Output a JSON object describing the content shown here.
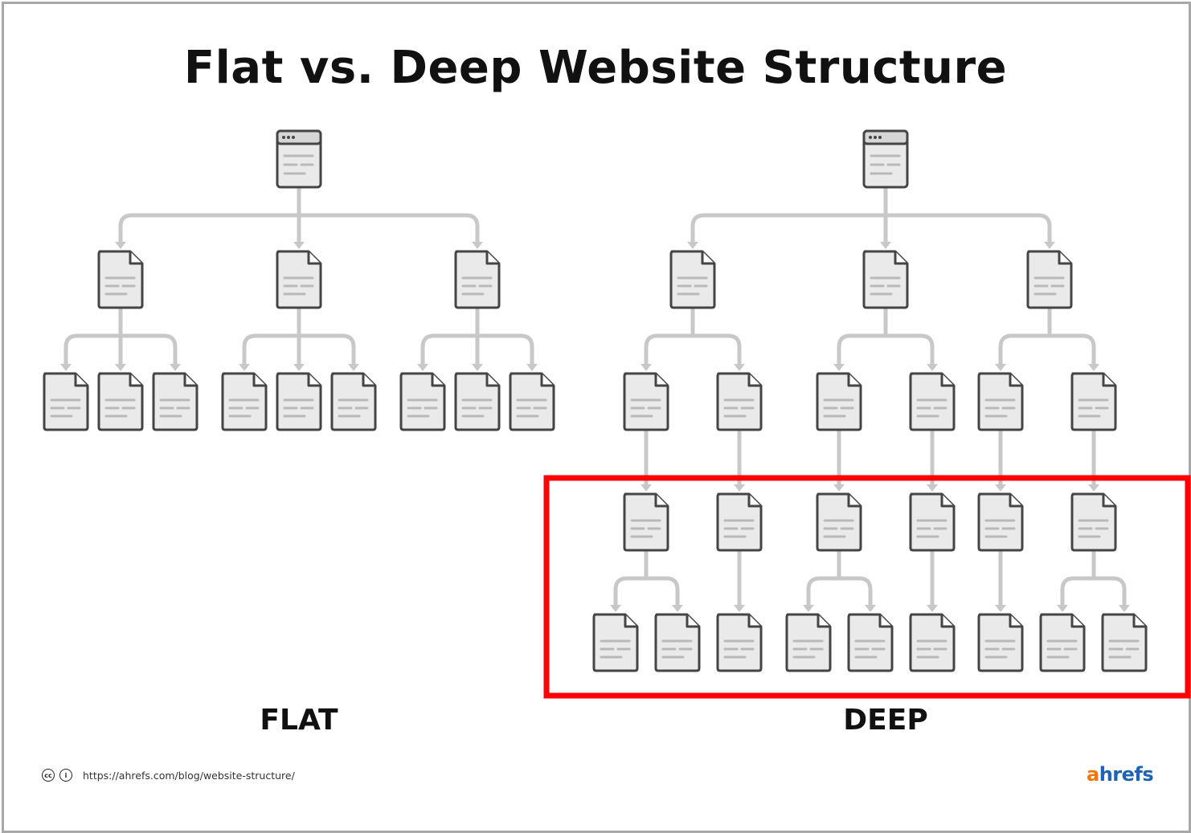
{
  "title": "Flat vs. Deep Website Structure",
  "labels": {
    "flat": "FLAT",
    "deep": "DEEP"
  },
  "footer": {
    "license_icons": [
      "creative-commons-icon",
      "attribution-icon"
    ],
    "url": "https://ahrefs.com/blog/website-structure/"
  },
  "logo": {
    "first": "a",
    "rest": "hrefs"
  },
  "colors": {
    "connector": "#c8c8c8",
    "page_outline": "#454545",
    "page_lines": "#b9b9b9",
    "highlight": "#ff0000",
    "logo_orange": "#f2760b",
    "logo_blue": "#1e63b5"
  },
  "diagrams": {
    "flat": {
      "home": "browser-window-icon",
      "level1_pages": 3,
      "level2_children": [
        3,
        3,
        3
      ]
    },
    "deep": {
      "home": "browser-window-icon",
      "level1_pages": 3,
      "level2_children": [
        2,
        2,
        2
      ],
      "level3_children": [
        1,
        1,
        1,
        1,
        1,
        1
      ],
      "level4_children": [
        2,
        1,
        2,
        1,
        1,
        2
      ]
    }
  },
  "highlight": "deep-levels-3-4"
}
